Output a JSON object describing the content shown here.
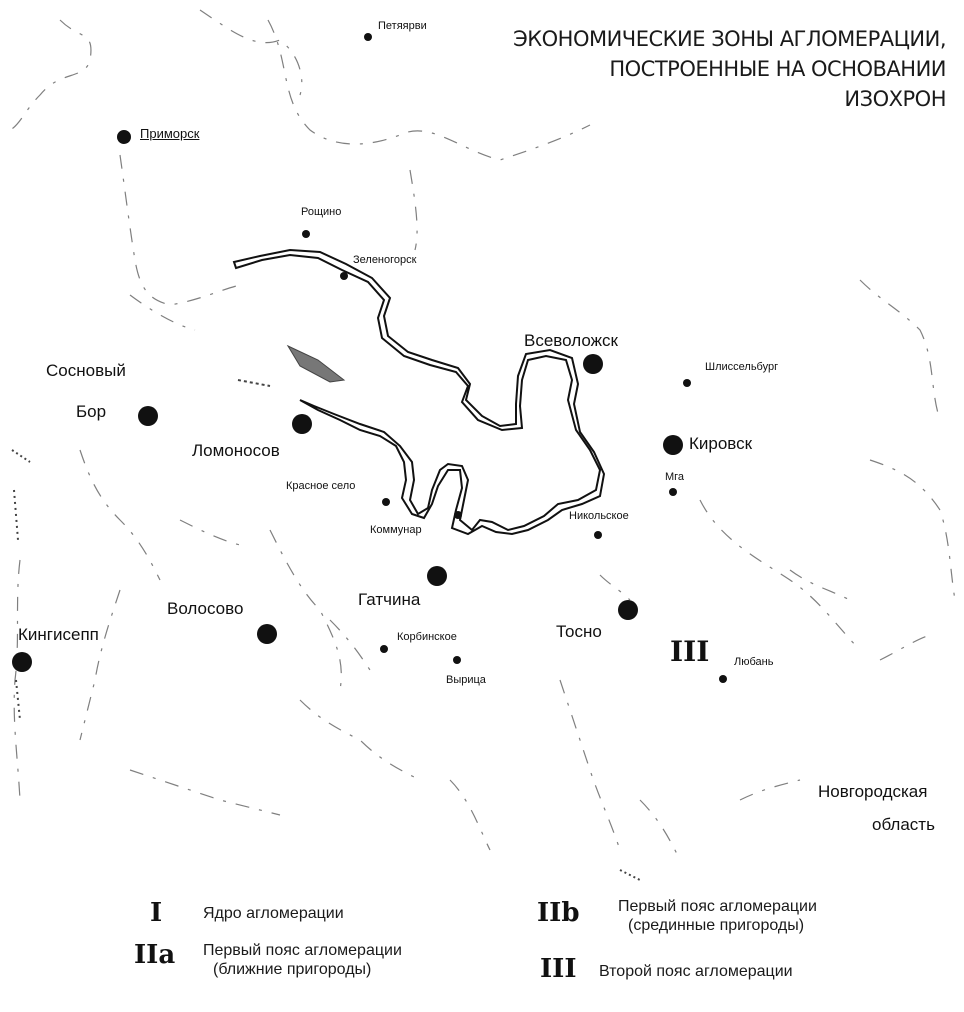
{
  "title": {
    "line1": "ЭКОНОМИЧЕСКИЕ ЗОНЫ АГЛОМЕРАЦИИ,",
    "line2": "ПОСТРОЕННЫЕ НА ОСНОВАНИИ",
    "line3": "ИЗОХРОН"
  },
  "places": {
    "petyayarvi": "Петяярви",
    "primorsk": "Приморск",
    "roshchino": "Рощино",
    "zelenogorsk": "Зеленогорск",
    "vsevolozhsk": "Всеволожск",
    "shlisselburg": "Шлиссельбург",
    "sosnovy_bor_line1": "Сосновый",
    "sosnovy_bor_line2": "Бор",
    "lomonosov": "Ломоносов",
    "kirovsk": "Кировск",
    "mga": "Мга",
    "krasnoe_selo": "Красное село",
    "kommunar": "Коммунар",
    "nikolskoe": "Никольское",
    "gatchina": "Гатчина",
    "volosovo": "Волосово",
    "tosno": "Тосно",
    "kingisepp": "Кингисепп",
    "korbinskoe": "Корбинское",
    "vyritsa": "Вырица",
    "luban": "Любань",
    "novgorod_line1": "Новгородская",
    "novgorod_line2": "область"
  },
  "zone_marker_on_map": "III",
  "legend": {
    "zone_i": {
      "symbol": "I",
      "text": "Ядро агломерации"
    },
    "zone_iia": {
      "symbol": "IIa",
      "text_line1": "Первый пояс агломерации",
      "text_line2": "(ближние пригороды)"
    },
    "zone_iib": {
      "symbol": "IIb",
      "text_line1": "Первый пояс агломерации",
      "text_line2": "(срединные пригороды)"
    },
    "zone_iii": {
      "symbol": "III",
      "text": "Второй пояс агломерации"
    }
  }
}
